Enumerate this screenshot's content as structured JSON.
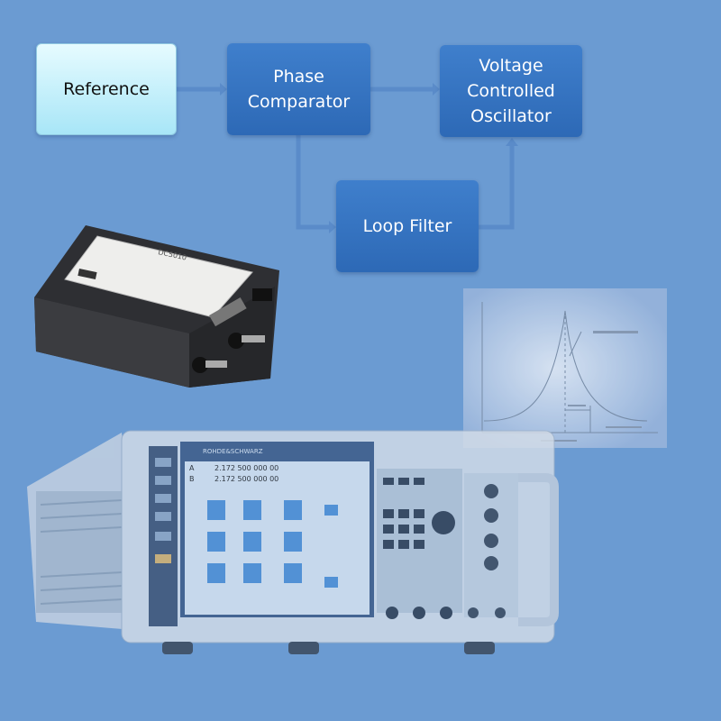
{
  "diagram": {
    "blocks": {
      "reference": "Reference",
      "phase_comparator": "Phase\nComparator",
      "vco": "Voltage\nControlled\nOscillator",
      "loop_filter": "Loop Filter"
    }
  },
  "synthesizer_module": {
    "label": "DC5010"
  },
  "signal_generator": {
    "brand": "ROHDE&SCHWARZ",
    "channel_a": "A",
    "channel_b": "B",
    "freq_a": "2.172 500 000 00",
    "freq_b": "2.172 500 000 00"
  },
  "colors": {
    "background": "#6b9bd2",
    "block": "#3572bf",
    "reference_block": "#c8f1fb",
    "connector": "#5a8bc9"
  }
}
